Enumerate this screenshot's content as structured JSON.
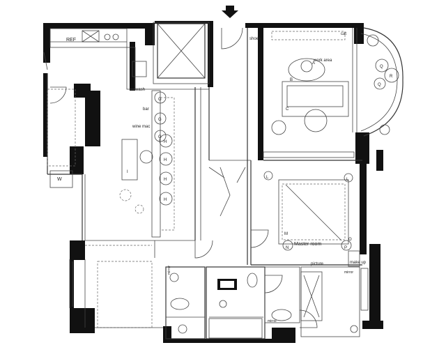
{
  "labels": {
    "ref": "REF",
    "wash": "wash",
    "bar": "bar",
    "wine": "wine mac",
    "w": "W",
    "i": "I",
    "shoes": "shoes",
    "cat": "cat",
    "work": "work area",
    "master": "Master room",
    "picture": "picture",
    "makeup": "make up",
    "mirror1": "mirror",
    "mirror2": "mirror",
    "mirror3": "mirror"
  },
  "markers": {
    "a": "A",
    "b": "B",
    "c": "C",
    "g1": "G",
    "g2": "G",
    "g3": "G",
    "h1": "H",
    "h2": "H",
    "h3": "H",
    "h4": "H",
    "l1": "L",
    "l2": "L",
    "m": "M",
    "n": "N",
    "o": "O",
    "p": "P",
    "q1": "Q",
    "q2": "Q",
    "r": "R"
  },
  "colors": {
    "wall": "#111111",
    "line": "#444444",
    "background": "#ffffff"
  }
}
